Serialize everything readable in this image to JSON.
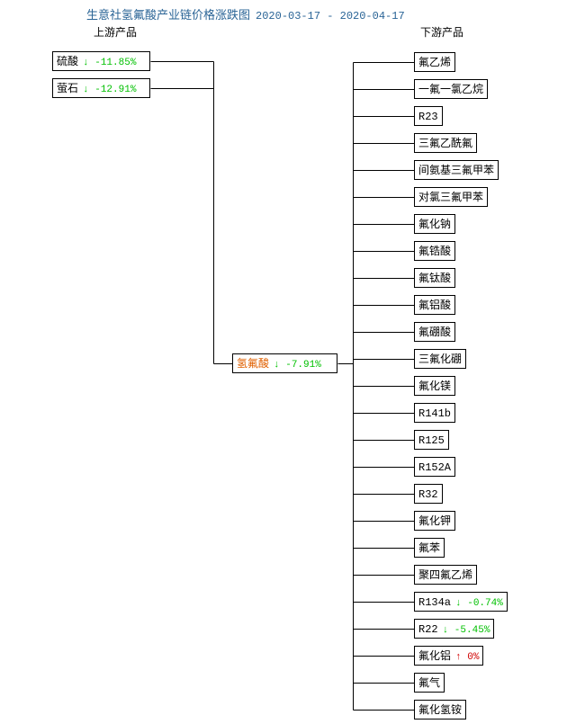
{
  "title": {
    "text": "生意社氢氟酸产业链价格涨跌图",
    "date_range": "2020-03-17 - 2020-04-17",
    "color": "#2a6496"
  },
  "headers": {
    "upstream": "上游产品",
    "downstream": "下游产品"
  },
  "colors": {
    "down": "#00c000",
    "up": "#d00000",
    "center_text": "#e06000",
    "box_border": "#000000",
    "background": "#ffffff"
  },
  "center": {
    "name": "氢氟酸",
    "arrow": "↓",
    "change": "-7.91%",
    "direction": "down"
  },
  "upstream": [
    {
      "name": "硫酸",
      "arrow": "↓",
      "change": "-11.85%",
      "direction": "down"
    },
    {
      "name": "萤石",
      "arrow": "↓",
      "change": "-12.91%",
      "direction": "down"
    }
  ],
  "downstream": [
    {
      "name": "氟乙烯",
      "arrow": "",
      "change": "",
      "direction": "none"
    },
    {
      "name": "一氟一氯乙烷",
      "arrow": "",
      "change": "",
      "direction": "none"
    },
    {
      "name": "R23",
      "arrow": "",
      "change": "",
      "direction": "none",
      "latin": true
    },
    {
      "name": "三氟乙酰氟",
      "arrow": "",
      "change": "",
      "direction": "none"
    },
    {
      "name": "间氨基三氟甲苯",
      "arrow": "",
      "change": "",
      "direction": "none"
    },
    {
      "name": "对氯三氟甲苯",
      "arrow": "",
      "change": "",
      "direction": "none"
    },
    {
      "name": "氟化钠",
      "arrow": "",
      "change": "",
      "direction": "none"
    },
    {
      "name": "氟锆酸",
      "arrow": "",
      "change": "",
      "direction": "none"
    },
    {
      "name": "氟钛酸",
      "arrow": "",
      "change": "",
      "direction": "none"
    },
    {
      "name": "氟铝酸",
      "arrow": "",
      "change": "",
      "direction": "none"
    },
    {
      "name": "氟硼酸",
      "arrow": "",
      "change": "",
      "direction": "none"
    },
    {
      "name": "三氟化硼",
      "arrow": "",
      "change": "",
      "direction": "none"
    },
    {
      "name": "氟化镁",
      "arrow": "",
      "change": "",
      "direction": "none"
    },
    {
      "name": "R141b",
      "arrow": "",
      "change": "",
      "direction": "none",
      "latin": true
    },
    {
      "name": "R125",
      "arrow": "",
      "change": "",
      "direction": "none",
      "latin": true
    },
    {
      "name": "R152A",
      "arrow": "",
      "change": "",
      "direction": "none",
      "latin": true
    },
    {
      "name": "R32",
      "arrow": "",
      "change": "",
      "direction": "none",
      "latin": true
    },
    {
      "name": "氟化钾",
      "arrow": "",
      "change": "",
      "direction": "none"
    },
    {
      "name": "氟苯",
      "arrow": "",
      "change": "",
      "direction": "none"
    },
    {
      "name": "聚四氟乙烯",
      "arrow": "",
      "change": "",
      "direction": "none"
    },
    {
      "name": "R134a",
      "arrow": "↓",
      "change": "-0.74%",
      "direction": "down",
      "latin": true
    },
    {
      "name": "R22",
      "arrow": "↓",
      "change": "-5.45%",
      "direction": "down",
      "latin": true
    },
    {
      "name": "氟化铝",
      "arrow": "↑",
      "change": "0%",
      "direction": "up"
    },
    {
      "name": "氟气",
      "arrow": "",
      "change": "",
      "direction": "none"
    },
    {
      "name": "氟化氢铵",
      "arrow": "",
      "change": "",
      "direction": "none"
    }
  ],
  "chart_data": {
    "type": "diagram",
    "title": "生意社氢氟酸产业链价格涨跌图 2020-03-17 - 2020-04-17",
    "center_node": {
      "label": "氢氟酸",
      "change_pct": -7.91
    },
    "upstream_nodes": [
      {
        "label": "硫酸",
        "change_pct": -11.85
      },
      {
        "label": "萤石",
        "change_pct": -12.91
      }
    ],
    "downstream_nodes": [
      {
        "label": "氟乙烯",
        "change_pct": null
      },
      {
        "label": "一氟一氯乙烷",
        "change_pct": null
      },
      {
        "label": "R23",
        "change_pct": null
      },
      {
        "label": "三氟乙酰氟",
        "change_pct": null
      },
      {
        "label": "间氨基三氟甲苯",
        "change_pct": null
      },
      {
        "label": "对氯三氟甲苯",
        "change_pct": null
      },
      {
        "label": "氟化钠",
        "change_pct": null
      },
      {
        "label": "氟锆酸",
        "change_pct": null
      },
      {
        "label": "氟钛酸",
        "change_pct": null
      },
      {
        "label": "氟铝酸",
        "change_pct": null
      },
      {
        "label": "氟硼酸",
        "change_pct": null
      },
      {
        "label": "三氟化硼",
        "change_pct": null
      },
      {
        "label": "氟化镁",
        "change_pct": null
      },
      {
        "label": "R141b",
        "change_pct": null
      },
      {
        "label": "R125",
        "change_pct": null
      },
      {
        "label": "R152A",
        "change_pct": null
      },
      {
        "label": "R32",
        "change_pct": null
      },
      {
        "label": "氟化钾",
        "change_pct": null
      },
      {
        "label": "氟苯",
        "change_pct": null
      },
      {
        "label": "聚四氟乙烯",
        "change_pct": null
      },
      {
        "label": "R134a",
        "change_pct": -0.74
      },
      {
        "label": "R22",
        "change_pct": -5.45
      },
      {
        "label": "氟化铝",
        "change_pct": 0
      },
      {
        "label": "氟气",
        "change_pct": null
      },
      {
        "label": "氟化氢铵",
        "change_pct": null
      }
    ]
  }
}
